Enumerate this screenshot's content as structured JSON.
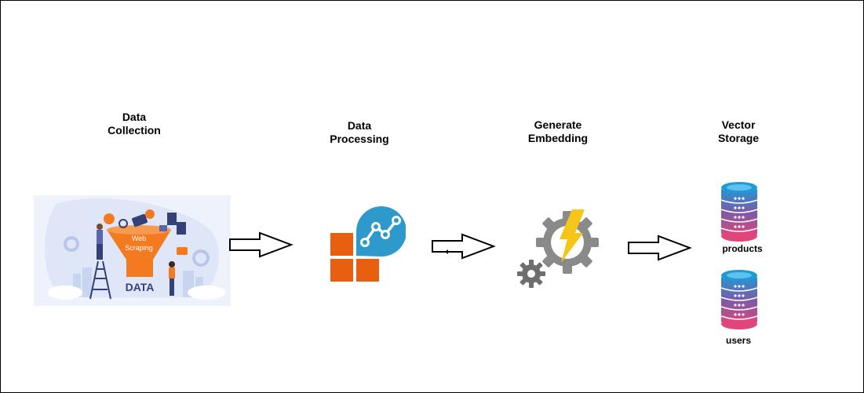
{
  "steps": [
    {
      "line1": "Data",
      "line2": "Collection",
      "icon": "web-scraping-illustration"
    },
    {
      "line1": "Data",
      "line2": "Processing",
      "icon": "data-processing-icon"
    },
    {
      "line1": "Generate",
      "line2": "Embedding",
      "icon": "gear-bolt-icon"
    },
    {
      "line1": "Vector",
      "line2": "Storage",
      "icon": "database-icon"
    }
  ],
  "illustration": {
    "funnel_line1": "Web",
    "funnel_line2": "Scraping",
    "caption": "DATA"
  },
  "storage": {
    "databases": [
      {
        "label": "products"
      },
      {
        "label": "users"
      }
    ]
  },
  "colors": {
    "funnel": "#f47a20",
    "processing": "#e8600f",
    "chart_bubble": "#2e9acb",
    "gear": "#8a8a8a",
    "bolt": "#f5c518",
    "db_top": "#1f9ad6",
    "db_bottom": "#e0457b"
  }
}
